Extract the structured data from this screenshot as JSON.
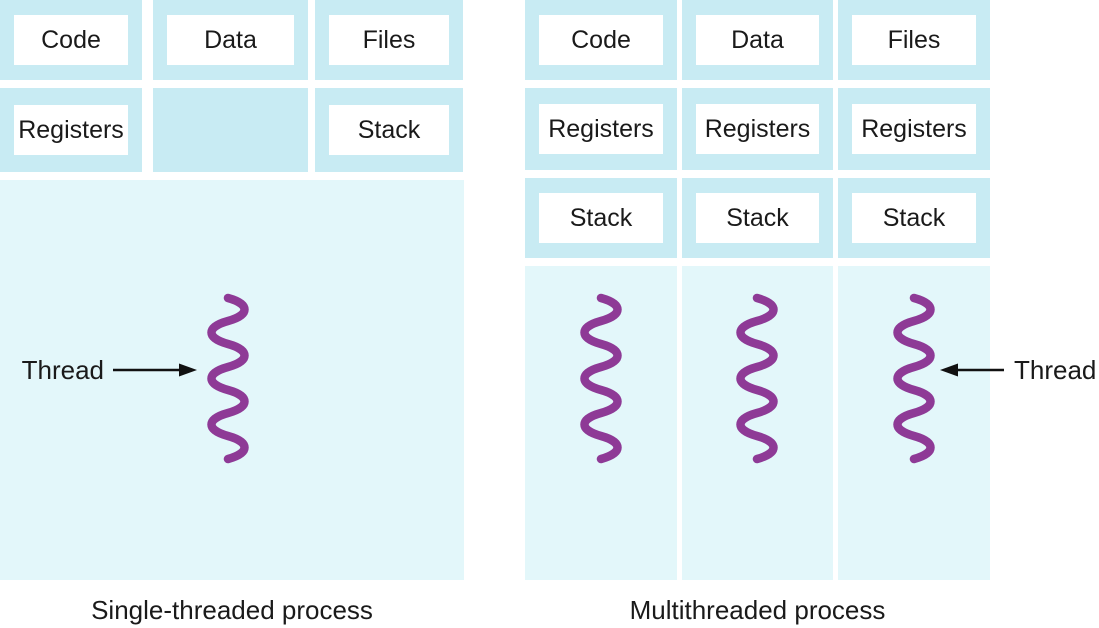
{
  "left_panel": {
    "caption": "Single-threaded process",
    "row1": [
      "Code",
      "Data",
      "Files"
    ],
    "row2": [
      "Registers",
      "",
      "Stack"
    ],
    "thread_label": "Thread"
  },
  "right_panel": {
    "caption": "Multithreaded process",
    "row1": [
      "Code",
      "Data",
      "Files"
    ],
    "row2": [
      "Registers",
      "Registers",
      "Registers"
    ],
    "row3": [
      "Stack",
      "Stack",
      "Stack"
    ],
    "thread_label": "Thread"
  },
  "colors": {
    "cell_bg": "#c8ebf3",
    "thread_area_bg": "#e3f7fa",
    "box_bg": "#ffffff",
    "squiggle": "#8e3a96",
    "text": "#1a1a1a",
    "arrow": "#111111"
  }
}
